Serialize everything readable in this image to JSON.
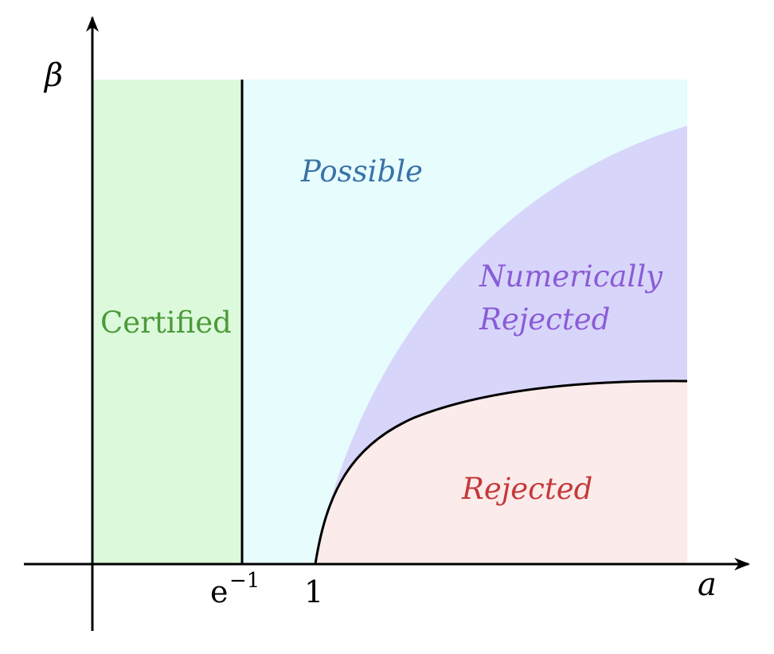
{
  "axes": {
    "x_label": "a",
    "y_label": "β"
  },
  "ticks": {
    "e_inverse_base": "e",
    "e_inverse_exponent": "−1",
    "one": "1"
  },
  "regions": {
    "certified": "Certified",
    "possible": "Possible",
    "numerically_rejected_line1": "Numerically",
    "numerically_rejected_line2": "Rejected",
    "rejected": "Rejected"
  },
  "colors": {
    "certified_fill": "#dcfadb",
    "possible_fill": "#e6fcfd",
    "numerically_rejected_fill": "#d8d5fa",
    "rejected_fill": "#fbeceb",
    "certified_text": "#4c9a3a",
    "possible_text": "#3a72a8",
    "numerically_rejected_text": "#8a5cd6",
    "rejected_text": "#c5393a",
    "axis": "#000000"
  }
}
